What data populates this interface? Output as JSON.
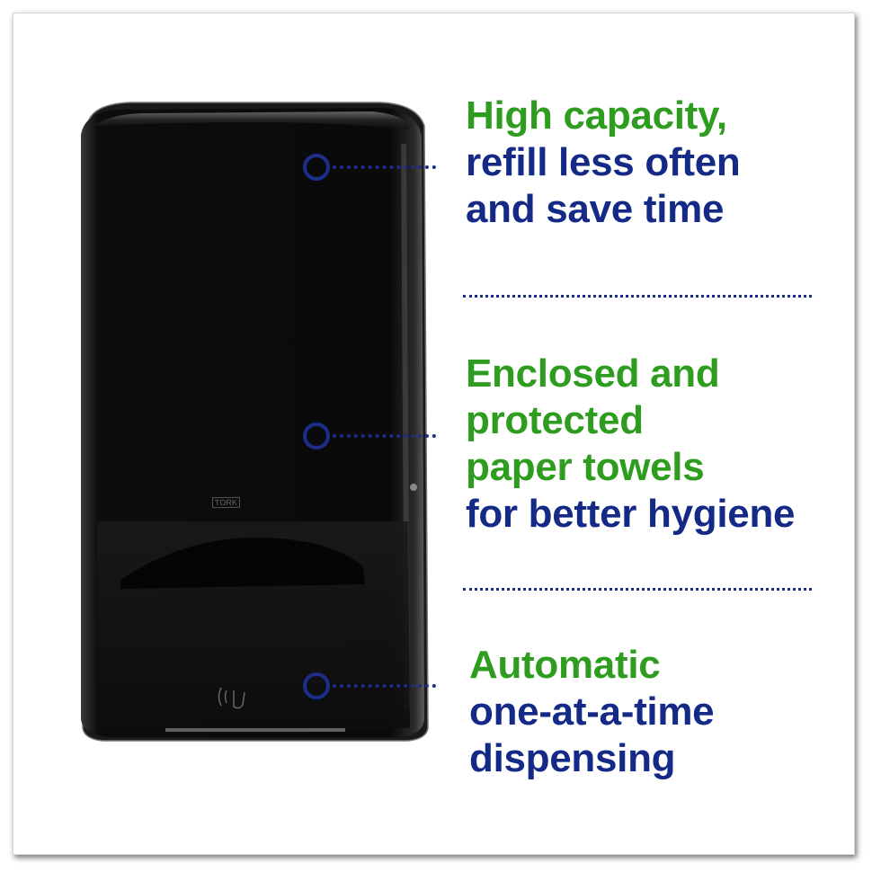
{
  "product": {
    "brand_label": "TORK",
    "sensor_icon": "hand-wave-sensor-icon",
    "color": "#111111"
  },
  "features": [
    {
      "lines": [
        {
          "text": "High capacity,",
          "color": "green"
        },
        {
          "text": "refill less often",
          "color": "navy"
        },
        {
          "text": "and save time",
          "color": "navy"
        }
      ]
    },
    {
      "lines": [
        {
          "text": "Enclosed and",
          "color": "green"
        },
        {
          "text": "protected",
          "color": "green"
        },
        {
          "text": "paper towels",
          "color": "green"
        },
        {
          "text": "for better hygiene",
          "color": "navy"
        }
      ]
    },
    {
      "lines": [
        {
          "text": "Automatic",
          "color": "green"
        },
        {
          "text": "one-at-a-time",
          "color": "navy"
        },
        {
          "text": "dispensing",
          "color": "navy"
        }
      ]
    }
  ],
  "colors": {
    "accent_green": "#2e9c1e",
    "accent_navy": "#142a86"
  }
}
